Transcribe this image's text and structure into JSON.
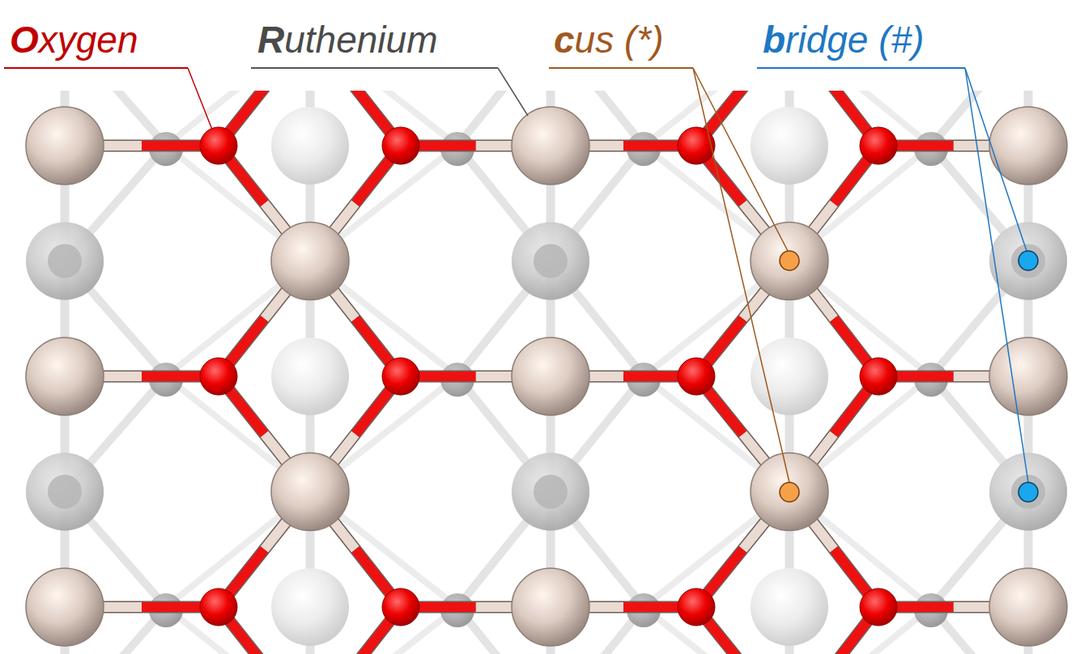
{
  "diagram": {
    "labels": [
      "Oxygen",
      "Ruthenium",
      "cus (*)",
      "bridge (#)"
    ]
  }
}
